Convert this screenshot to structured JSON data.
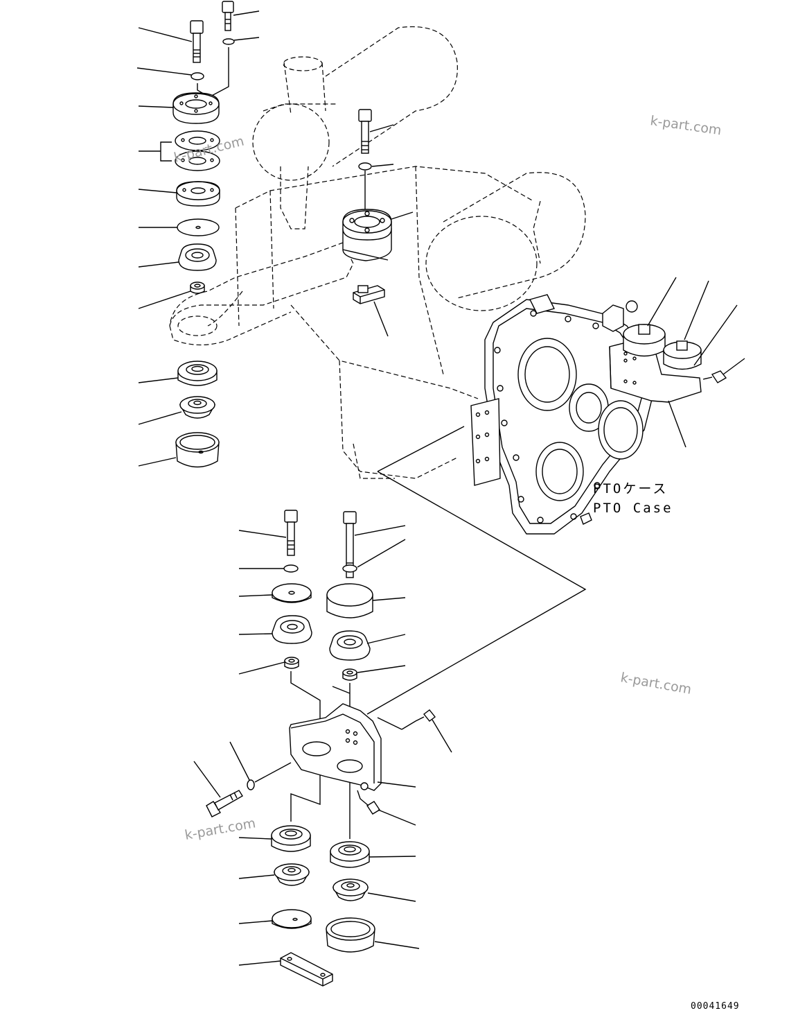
{
  "labels": {
    "pto_case_jp": "PTOケース",
    "pto_case_en": "PTO Case",
    "drawing_number": "00041649"
  },
  "watermarks": [
    "k-part.com",
    "k-part.com",
    "k-part.com",
    "k-part.com"
  ]
}
